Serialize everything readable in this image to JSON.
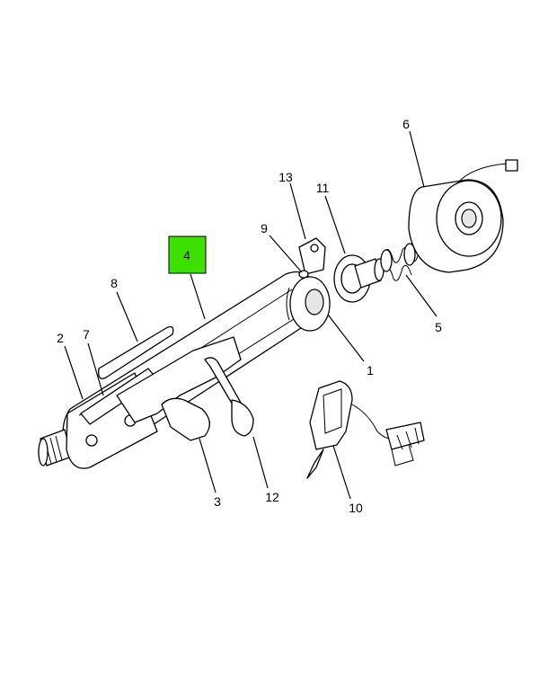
{
  "callouts": {
    "c1": "1",
    "c2": "2",
    "c3": "3",
    "c4": "4",
    "c5": "5",
    "c6": "6",
    "c7": "7",
    "c8": "8",
    "c9": "9",
    "c10": "10",
    "c11": "11",
    "c12": "12",
    "c13": "13"
  },
  "highlight": {
    "callout": "4",
    "color": "#3ee000"
  }
}
